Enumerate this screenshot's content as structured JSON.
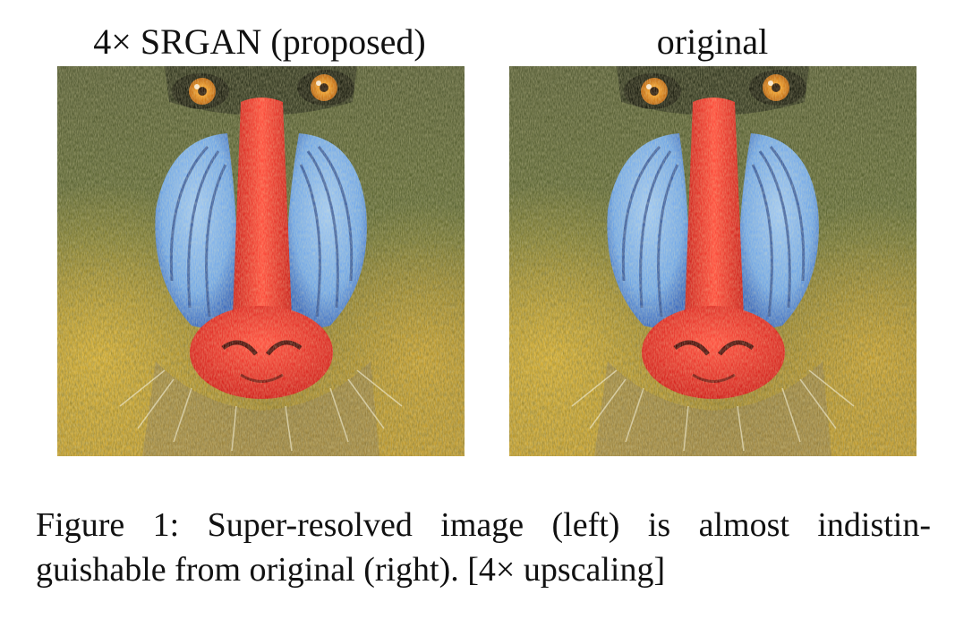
{
  "figure": {
    "panels": [
      {
        "title": "4× SRGAN (proposed)",
        "image_alt": "mandrill face, super-resolved"
      },
      {
        "title": "original",
        "image_alt": "mandrill face, original"
      }
    ],
    "caption_line1": "Figure 1:  Super-resolved image (left) is almost indistin-",
    "caption_line2": "guishable from original (right). [4× upscaling]"
  },
  "colors": {
    "fur_dark": "#3c4528",
    "fur_olive": "#6e7a3a",
    "fur_golden": "#c8a02a",
    "fur_pale": "#d9d2b2",
    "cheek_blue": "#6fa6e8",
    "cheek_groove": "#2f4f94",
    "nose_red": "#ef2a25",
    "eye_orange": "#e08a1c"
  }
}
